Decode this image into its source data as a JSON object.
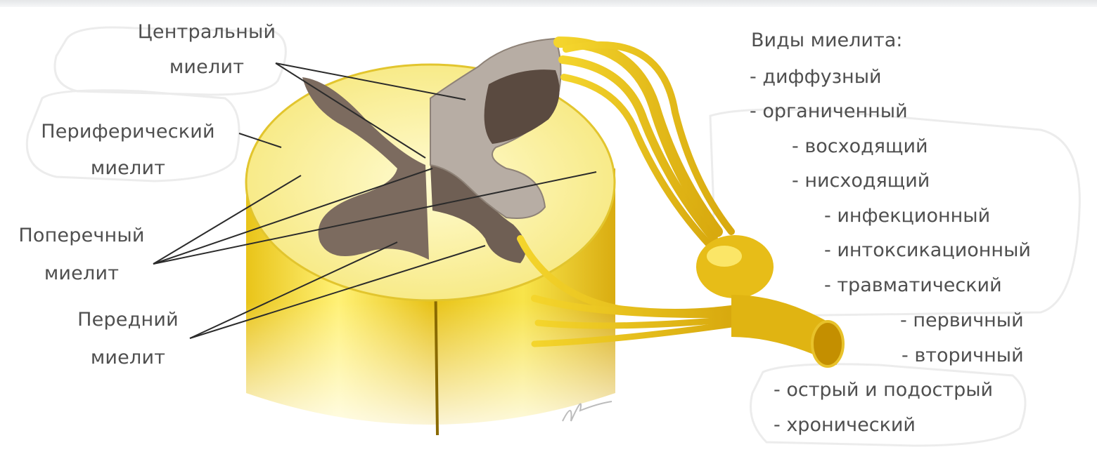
{
  "colors": {
    "cord_yellow": "#f3da3a",
    "cord_pale": "#fbf3a6",
    "gray_matter": "#7a6a5e",
    "gray_matter_light": "#b6aca3",
    "leader_line": "#2b2b2b",
    "text": "#4f4f4f"
  },
  "labels": {
    "central": [
      "Центральный",
      "миелит"
    ],
    "peripheral": [
      "Периферический",
      "миелит"
    ],
    "transverse": [
      "Поперечный",
      "миелит"
    ],
    "anterior": [
      "Передний",
      "миелит"
    ]
  },
  "types": {
    "heading": "Виды миелита:",
    "items": [
      "- диффузный",
      "- органиченный",
      "- восходящий",
      "- нисходящий",
      "- инфекционный",
      "- интоксикационный",
      "- травматический",
      "- первичный",
      "- вторичный",
      "- острый и подострый",
      "- хронический"
    ]
  }
}
